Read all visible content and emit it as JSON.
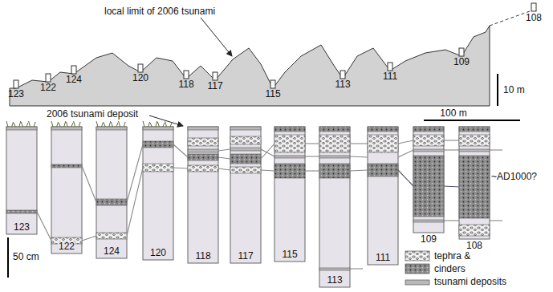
{
  "diagram": {
    "nodes": [
      {
        "text": [
          "123"
        ]
      },
      {
        "text": [
          "122"
        ]
      },
      {
        "text": [
          "124"
        ]
      },
      {
        "text": [
          "120"
        ]
      },
      {
        "text": [
          "118"
        ]
      },
      {
        "text": [
          "117"
        ]
      },
      {
        "text": [
          "115"
        ]
      },
      {
        "text": [
          "113"
        ]
      },
      {
        "text": [
          "111"
        ]
      },
      {
        "text": [
          "109"
        ]
      },
      {
        "text": [
          "108"
        ]
      }
    ],
    "labels": [
      "local limit of 2006 tsunami",
      "123",
      "122",
      "124",
      "120",
      "118",
      "117",
      "115",
      "113",
      "111",
      "109",
      "108",
      "10 m",
      "100 m",
      "2006 tsunami deposit",
      "~AD1000?",
      "50 cm"
    ],
    "legend": [
      {
        "text": "tephra &"
      },
      {
        "text": "cinders"
      },
      {
        "text": "tsunami deposits"
      }
    ]
  }
}
